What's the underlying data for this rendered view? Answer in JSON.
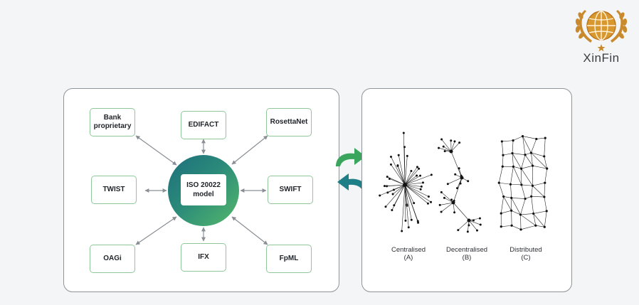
{
  "logo": {
    "text": "XinFin"
  },
  "hub": {
    "label": "ISO 20022\nmodel"
  },
  "standards": [
    {
      "id": "bank",
      "label": "Bank proprietary"
    },
    {
      "id": "edifact",
      "label": "EDIFACT"
    },
    {
      "id": "rosettanet",
      "label": "RosettaNet"
    },
    {
      "id": "twist",
      "label": "TWIST"
    },
    {
      "id": "swift",
      "label": "SWIFT"
    },
    {
      "id": "oagi",
      "label": "OAGi"
    },
    {
      "id": "ifx",
      "label": "IFX"
    },
    {
      "id": "fpml",
      "label": "FpML"
    }
  ],
  "networks": [
    {
      "type": "centralised",
      "title": "Centralised",
      "code": "(A)"
    },
    {
      "type": "decentralised",
      "title": "Decentralised",
      "code": "(B)"
    },
    {
      "type": "distributed",
      "title": "Distributed",
      "code": "(C)"
    }
  ],
  "colors": {
    "box_border": "#8fc79a",
    "hub_dark": "#1e6e7c",
    "hub_light": "#55b86a",
    "swap_arrow_green": "#3aa55c",
    "swap_arrow_teal": "#1f7f86",
    "logo_gold": "#c88a2c"
  },
  "icons": [
    "globe-laurel-icon",
    "exchange-arrows-icon"
  ]
}
